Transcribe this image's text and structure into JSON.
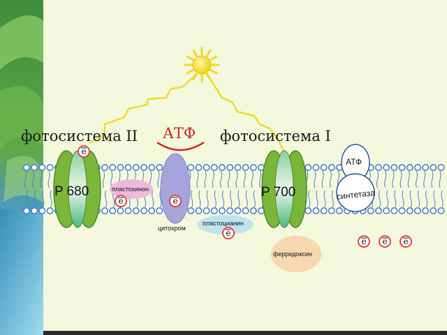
{
  "labels": {
    "photosystem_2": "фотосистема II",
    "photosystem_1": "фотосистема I",
    "atp_top": "АТФ",
    "p680": "P 680",
    "p700": "P 700",
    "plastoquinone": "пластохинон",
    "cytochrome": "цитохром",
    "plastocyanin": "пластоцианин",
    "ferredoxin": "ферредоксин",
    "atp_synthase_top": "АТФ",
    "atp_synthase_bottom": "синтетаза",
    "electron": "e"
  },
  "colors": {
    "title_atp": "#d42020",
    "sun": "#f5e020",
    "ray": "#f0dc2a",
    "membrane_head": "#4a7fd0",
    "photosystem_green": "#7ab63a",
    "cytochrome": "#a7a4dc",
    "plastoquinone": "#efb9de",
    "plastocyanin": "#bfe4ef",
    "ferredoxin": "#f7d8b0",
    "electron_ring": "#e8323c"
  }
}
